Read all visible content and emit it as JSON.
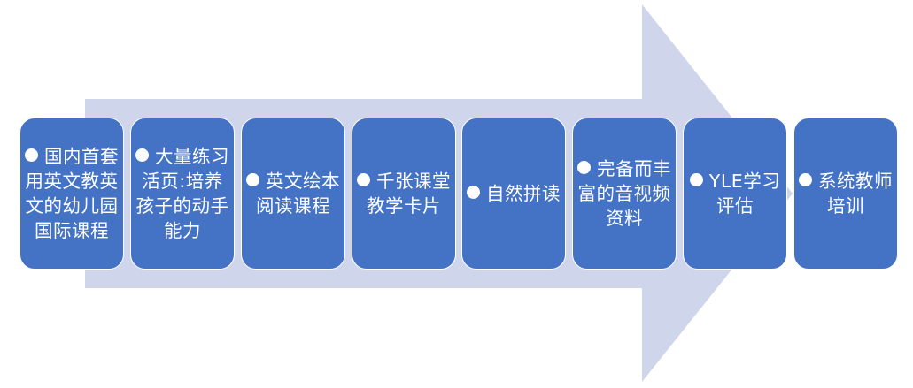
{
  "colors": {
    "arrow_fill": "#CFD5EA",
    "box_fill": "#4472C4",
    "box_border": "#FFFFFF",
    "text": "#FFFFFF"
  },
  "arrow": {
    "direction": "right",
    "shape": "block-arrow"
  },
  "steps": [
    {
      "bullet": "bullet-dot-icon",
      "label": "国内首套用英文教英文的幼儿园国际课程"
    },
    {
      "bullet": "bullet-dot-icon",
      "label": "大量练习活页:培养孩子的动手能力"
    },
    {
      "bullet": "bullet-dot-icon",
      "label": "英文绘本阅读课程"
    },
    {
      "bullet": "bullet-dot-icon",
      "label": "千张课堂教学卡片"
    },
    {
      "bullet": "bullet-dot-icon",
      "label": "自然拼读"
    },
    {
      "bullet": "bullet-dot-icon",
      "label": "完备而丰富的音视频资料"
    },
    {
      "bullet": "bullet-dot-icon",
      "label": "YLE学习评估"
    },
    {
      "bullet": "bullet-dot-icon",
      "label": "系统教师培训"
    }
  ]
}
